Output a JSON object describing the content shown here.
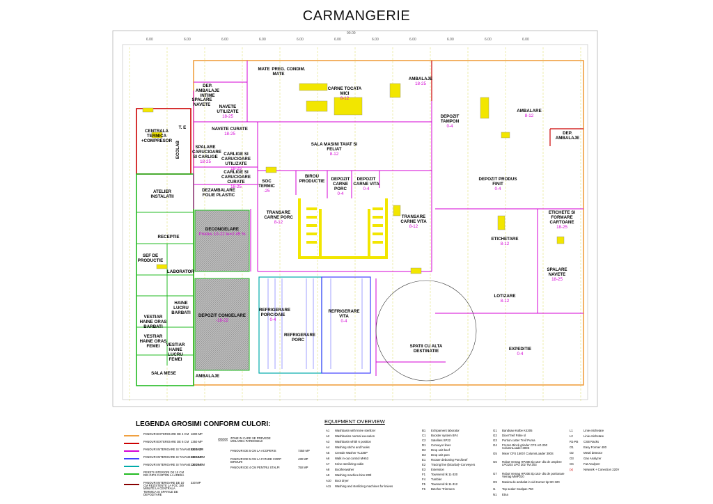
{
  "title": "CARMANGERIE",
  "rooms": [
    {
      "id": "dep-ambalaje-intime",
      "label": "DEP. AMBALAJE INTIME",
      "temp": ""
    },
    {
      "id": "mate1",
      "label": "MATE",
      "temp": ""
    },
    {
      "id": "pregatire-mate",
      "label": "PREG. MATE",
      "temp": ""
    },
    {
      "id": "condimente",
      "label": "CONDIM.",
      "temp": ""
    },
    {
      "id": "carne-tocata",
      "label": "CARNE TOCATA MICI",
      "temp": "8-12"
    },
    {
      "id": "ambalaje-top",
      "label": "AMBALAJE",
      "temp": "18-25"
    },
    {
      "id": "spalare-navete",
      "label": "SPALARE NAVETE",
      "temp": ""
    },
    {
      "id": "navete-utilizate",
      "label": "NAVETE UTILIZATE",
      "temp": "18-25"
    },
    {
      "id": "navete-curate",
      "label": "NAVETE CURATE",
      "temp": "18-25"
    },
    {
      "id": "centrala",
      "label": "CENTRALA TERMICA +COMPRESOR",
      "temp": ""
    },
    {
      "id": "te",
      "label": "T. E",
      "temp": ""
    },
    {
      "id": "spalare-carucioare",
      "label": "SPALARE CARUCIOARE SI CARLIGE",
      "temp": "18-25"
    },
    {
      "id": "carlige-utilizate",
      "label": "CARLIGE SI CARUCIOARE UTILIZATE",
      "temp": "18-25"
    },
    {
      "id": "carlige-curate",
      "label": "CARLIGE SI CARUCIOARE CURATE",
      "temp": "18-25"
    },
    {
      "id": "sala-masini",
      "label": "SALA MASINI TAIAT SI FELIAT",
      "temp": "8-12"
    },
    {
      "id": "depozit-tampon",
      "label": "DEPOZIT TAMPON",
      "temp": "0-4"
    },
    {
      "id": "ambalare-right",
      "label": "AMBALARE",
      "temp": "8-12"
    },
    {
      "id": "dep-ambalaje-right",
      "label": "DEP. AMBALAJE",
      "temp": ""
    },
    {
      "id": "atelier",
      "label": "ATELIER INSTALATII",
      "temp": ""
    },
    {
      "id": "dezambalare",
      "label": "DEZAMBALARE FOLIE PLASTIC",
      "temp": ""
    },
    {
      "id": "soc-termic",
      "label": "SOC TERMIC",
      "temp": "-25"
    },
    {
      "id": "birou-productie",
      "label": "BIROU PRODUCTIE",
      "temp": ""
    },
    {
      "id": "depozit-carne-porc",
      "label": "DEPOZIT CARNE PORC",
      "temp": "0-4"
    },
    {
      "id": "depozit-carne-vita",
      "label": "DEPOZIT CARNE VITA",
      "temp": "0-4"
    },
    {
      "id": "depozit-produs-finit",
      "label": "DEPOZIT PRODUS FINIT",
      "temp": "0-4"
    },
    {
      "id": "transare-porc",
      "label": "TRANSARE CARNE PORC",
      "temp": "8-12"
    },
    {
      "id": "transare-vita",
      "label": "TRANSARE CARNE VITA",
      "temp": "8-12"
    },
    {
      "id": "decongelare",
      "label": "DECONGELARE",
      "temp": "Produs 10-22 te=2 45 %"
    },
    {
      "id": "etichete-formare",
      "label": "ETICHETE SI FORMARE CARTOANE",
      "temp": "18-25"
    },
    {
      "id": "etichetare",
      "label": "ETICHETARE",
      "temp": "8-12"
    },
    {
      "id": "receptie",
      "label": "RECEPTIE",
      "temp": ""
    },
    {
      "id": "sef-productie",
      "label": "SEF DE PRODUCTIE",
      "temp": ""
    },
    {
      "id": "laborator",
      "label": "LABORATOR",
      "temp": ""
    },
    {
      "id": "spalare-navete-right",
      "label": "SPALARE NAVETE",
      "temp": "18-25"
    },
    {
      "id": "haine-lucru-barbati",
      "label": "HAINE LUCRU BARBATI",
      "temp": ""
    },
    {
      "id": "vestiar-haine-oras-barbati",
      "label": "VESTIAR HAINE ORAS BARBATI",
      "temp": ""
    },
    {
      "id": "depozit-congelare",
      "label": "DEPOZIT CONGELARE",
      "temp": "-18-22"
    },
    {
      "id": "refrigerare-porc-oaie",
      "label": "REFRIGERARE PORC/OAIE",
      "temp": "0-4"
    },
    {
      "id": "refrigerare-porc",
      "label": "REFRIGERARE PORC",
      "temp": ""
    },
    {
      "id": "refrigerare-vita",
      "label": "REFRIGERARE VITA",
      "temp": "0-4"
    },
    {
      "id": "lotizare",
      "label": "LOTIZARE",
      "temp": "8-12"
    },
    {
      "id": "vestiar-haine-oras-femei",
      "label": "VESTIAR HAINE ORAS FEMEI",
      "temp": ""
    },
    {
      "id": "vestiar-haine-lucru-femei",
      "label": "VESTIAR HAINE LUCRU FEMEI",
      "temp": ""
    },
    {
      "id": "spatii-alta-destinatie",
      "label": "SPATII CU ALTA DESTINATIE",
      "temp": ""
    },
    {
      "id": "expeditie",
      "label": "EXPEDITIE",
      "temp": "0-4"
    },
    {
      "id": "sala-mese",
      "label": "SALA MESE",
      "temp": ""
    },
    {
      "id": "ambalaje-bottom",
      "label": "AMBALAJE",
      "temp": ""
    },
    {
      "id": "ecolab",
      "label": "ECOLAB",
      "temp": ""
    }
  ],
  "axis_top": [
    "6.00",
    "6.00",
    "6.00",
    "6.00",
    "6.00",
    "6.00",
    "6.00",
    "6.00",
    "6.00",
    "6.00",
    "6.00"
  ],
  "overall_dimension": "90.00",
  "legend": {
    "title": "LEGENDA GROSIMI CONFORM CULORI:",
    "items": [
      {
        "label": "PANOURI EXTERIOARE DE 4 CM",
        "value": "1600 MP",
        "color": "#f0a040"
      },
      {
        "label": "PANOURI EXTERIOARE DE 6 CM",
        "value": "1350 MP",
        "color": "#cc0000"
      },
      {
        "label": "PANOURI INTERIOARE SI TAVANE DE 5 CM",
        "value": "8400 MP",
        "color": "#d400d4"
      },
      {
        "label": "PANOURI INTERIOARE SI TAVANE DE 10 CM",
        "value": "2300 MP",
        "color": "#4040ff"
      },
      {
        "label": "PANOURI INTERIOARE SI TAVANE DE 20 CM",
        "value": "1300 MP",
        "color": "#00aaaa"
      },
      {
        "label": "PERETI INTERIORI DE 10 CM DIN GIPS CARTON LA ARESA",
        "value": "",
        "color": "#22bb22"
      },
      {
        "label": "PANOURI INTERIOARE DE 10 CM REZISTENTE LA FOC 180 MINUTE LA CENTRALA TERMICA SI SPATIILE DE DEPOZITARE",
        "value": "320 MP",
        "color": "#880000"
      }
    ],
    "mid_items": [
      {
        "label": "ZONE IN CARE SE PREVEDE IZOLAREA PARDOSELII",
        "value": ""
      },
      {
        "label": "PANOURI DE 5 CM LA ACOPERIS",
        "value": "7350 MP"
      },
      {
        "label": "PANOURI DE 5 CM LA FATADE CORP BIROURI",
        "value": "430 MP"
      },
      {
        "label": "PANOURI DE 4 CM PENTRU STALPI",
        "value": "750 MP"
      }
    ]
  },
  "equipment_overview": {
    "title": "EQUIPMENT OVERVIEW",
    "columns": [
      [
        {
          "code": "A1",
          "desc": "Washbasin with knive sterilizer"
        },
        {
          "code": "A2",
          "desc": "Washbasins  normal execution"
        },
        {
          "code": "A3",
          "desc": "Washbasin whith 6 position"
        },
        {
          "code": "A4",
          "desc": "Washing stichs and hooks"
        },
        {
          "code": "A5",
          "desc": "Crewde Washer TL235P"
        },
        {
          "code": "A6",
          "desc": "Walk in-out control MH53"
        },
        {
          "code": "A7",
          "desc": "Knive sterilizing cabin"
        },
        {
          "code": "A8",
          "desc": "Bootheswaher"
        },
        {
          "code": "A9",
          "desc": "Washing machine bins 200l"
        },
        {
          "code": "A10",
          "desc": "Boot dryer"
        },
        {
          "code": "A11",
          "desc": "Washing and sterilizing machines for knives"
        }
      ],
      [
        {
          "code": "B1",
          "desc": "Echipament laborator"
        },
        {
          "code": "C1",
          "desc": "Booster system BF4"
        },
        {
          "code": "C2",
          "desc": "Satelites SP22"
        },
        {
          "code": "D1",
          "desc": "Conveyor lines"
        },
        {
          "code": "D2",
          "desc": "Drop unit beef"
        },
        {
          "code": "D3",
          "desc": "Drop unit porc"
        },
        {
          "code": "E1",
          "desc": "Rooser deboning Porc/beef"
        },
        {
          "code": "E2",
          "desc": "Tracing line (bicarba)+Conveyers"
        },
        {
          "code": "E3",
          "desc": "Extension"
        },
        {
          "code": "F1",
          "desc": "Townsend tk 11-320"
        },
        {
          "code": "F4",
          "desc": "Tumbler"
        },
        {
          "code": "F5",
          "desc": "Townsend tk 11-312"
        },
        {
          "code": "F6",
          "desc": "Betcher Trimmers"
        }
      ],
      [
        {
          "code": "G1",
          "desc": "Bandsaw Kolbe K4305"
        },
        {
          "code": "G2",
          "desc": "DicerTreif Pahe sl"
        },
        {
          "code": "G3",
          "desc": "Portion cutter Treif Puma"
        },
        {
          "code": "G4",
          "desc": "Frozen Block grinder CFS AG 200 ColumnLoader 300S"
        },
        {
          "code": "G5",
          "desc": "Mixer CFS 1500 l ColumnLoader 300S"
        },
        {
          "code": "G6",
          "desc": "Robot Vemag HP20E tip 163- dis de umplere LPG202 LPG 202 TM 203"
        },
        {
          "code": "G7",
          "desc": "Robot Vemag HP20E tip 163- dis de portionare Vemag MMP220"
        },
        {
          "code": "G9",
          "desc": "Masina de ambalat in vid-Komet tip SD 320"
        },
        {
          "code": "I1",
          "desc": "Top sealer Sealpac 750"
        },
        {
          "code": "N1",
          "desc": "Etna"
        }
      ],
      [
        {
          "code": "L1",
          "desc": "Linie etichetare"
        },
        {
          "code": "L2",
          "desc": "Linie etichetare"
        },
        {
          "code": "R1-R6",
          "desc": "CSB Racks"
        },
        {
          "code": "O1",
          "desc": "Easy Former 400"
        },
        {
          "code": "O2",
          "desc": "Metal detector"
        },
        {
          "code": "O3",
          "desc": "Gas Analyzer"
        },
        {
          "code": "O4",
          "desc": "Fat Analyzer"
        },
        {
          "code": "(x)",
          "desc": "Network + Conection 220V"
        }
      ]
    ]
  }
}
